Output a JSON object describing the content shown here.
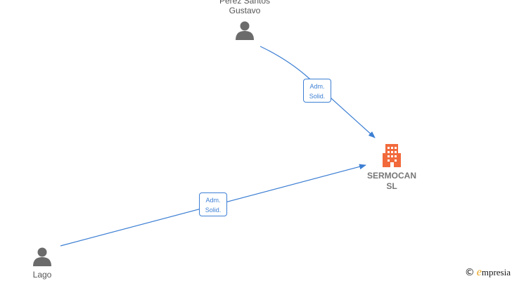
{
  "nodes": {
    "person_top": {
      "name_line1": "Perez Santos",
      "name_line2": "Gustavo"
    },
    "person_bottom": {
      "name": "Lago"
    },
    "company": {
      "name_line1": "SERMOCAN",
      "name_line2": "SL"
    }
  },
  "edges": [
    {
      "from": "Perez Santos Gustavo",
      "to": "SERMOCAN SL",
      "line1": "Adm.",
      "line2": "Solid."
    },
    {
      "from": "Lago",
      "to": "SERMOCAN SL",
      "line1": "Adm.",
      "line2": "Solid."
    }
  ],
  "brand": {
    "copyright": "©",
    "initial": "e",
    "rest": "mpresia"
  },
  "colors": {
    "edge": "#3d7fd4",
    "company_icon": "#f26a3c",
    "person_icon": "#6b6b6b"
  }
}
